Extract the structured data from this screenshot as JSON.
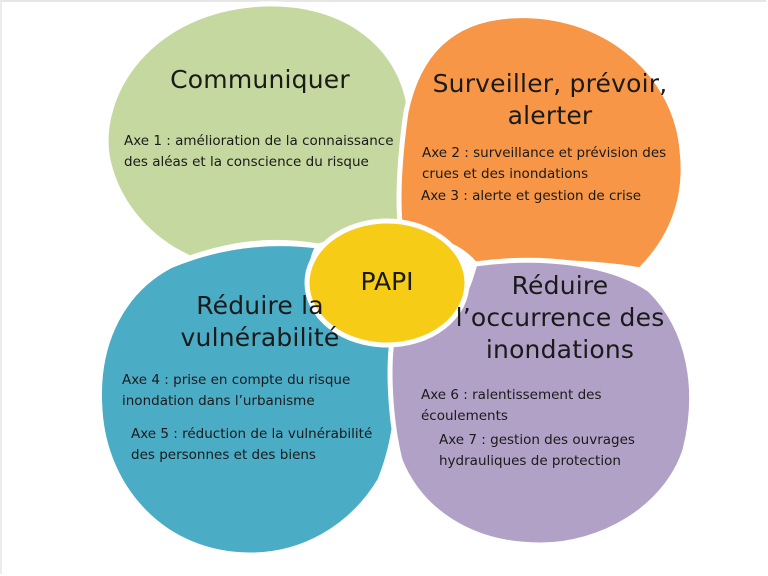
{
  "diagram": {
    "center": {
      "label": "PAPI",
      "color": "#f7cc16"
    },
    "petals": [
      {
        "id": "communiquer",
        "title_lines": [
          "Communiquer"
        ],
        "color": "#c5d89f",
        "axes": [
          {
            "lines": [
              "Axe 1 : amélioration de la connaissance",
              "des aléas et la conscience du risque"
            ]
          }
        ]
      },
      {
        "id": "surveiller",
        "title_lines": [
          "Surveiller, prévoir,",
          "alerter"
        ],
        "color": "#f79646",
        "axes": [
          {
            "lines": [
              "Axe 2 : surveillance et prévision des",
              "crues et des inondations"
            ]
          },
          {
            "lines": [
              "Axe 3 : alerte et gestion de crise"
            ]
          }
        ]
      },
      {
        "id": "vulnerabilite",
        "title_lines": [
          "Réduire la",
          "vulnérabilité"
        ],
        "color": "#4bacc6",
        "axes": [
          {
            "lines": [
              "Axe 4 : prise en compte du risque",
              "inondation dans l’urbanisme"
            ]
          },
          {
            "lines": [
              "Axe 5 : réduction de la vulnérabilité",
              "des personnes et des biens"
            ]
          }
        ]
      },
      {
        "id": "occurrence",
        "title_lines": [
          "Réduire",
          "l’occurrence des",
          "inondations"
        ],
        "color": "#b2a1c7",
        "axes": [
          {
            "lines": [
              "Axe 6 : ralentissement des",
              "écoulements"
            ]
          },
          {
            "lines": [
              "Axe 7 : gestion des ouvrages",
              "hydrauliques de protection"
            ]
          }
        ]
      }
    ]
  }
}
